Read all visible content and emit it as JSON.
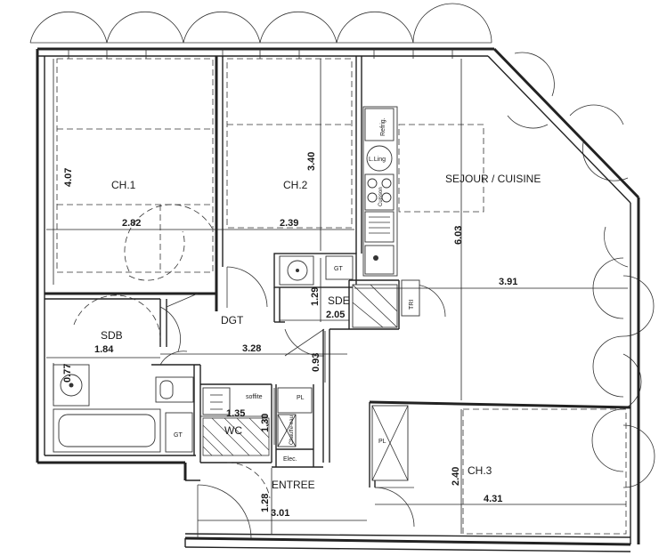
{
  "rooms": {
    "ch1": "CH.1",
    "ch2": "CH.2",
    "ch3": "CH.3",
    "sejour": "SEJOUR / CUISINE",
    "sdb": "SDB",
    "sde": "SDE",
    "dgt": "DGT",
    "wc": "WC",
    "entree": "ENTREE"
  },
  "dimensions": {
    "d_407": "4.07",
    "d_340": "3.40",
    "d_603": "6.03",
    "d_282": "2.82",
    "d_239": "2.39",
    "d_391": "3.91",
    "d_129": "1.29",
    "d_205": "2.05",
    "d_328": "3.28",
    "d_184": "1.84",
    "d_093": "0.93",
    "d_077": "0.77",
    "d_135": "1.35",
    "d_130": "1.30",
    "d_128": "1.28",
    "d_301": "3.01",
    "d_240": "2.40",
    "d_431": "4.31"
  },
  "fixtures": {
    "refrig": "Refrig.",
    "lling": "L.Ling",
    "cuisson": "Cuisson",
    "gt_sde": "GT",
    "gt_sdb": "GT",
    "tri": "TRI",
    "soffite": "soffite",
    "pl_wc": "PL",
    "pl_ch3": "PL",
    "elec": "Elec.",
    "chauffe_eau": "Chauffe-eau"
  }
}
